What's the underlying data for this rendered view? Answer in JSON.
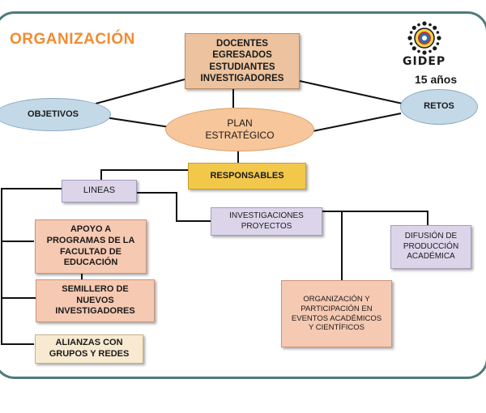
{
  "title": "ORGANIZACIÓN",
  "logo": {
    "icon": "gear-globe-icon",
    "text": "GIDEP",
    "subtitle": "15 años"
  },
  "nodes": {
    "members": "DOCENTES EGRESADOS ESTUDIANTES INVESTIGADORES",
    "objetivos": "OBJETIVOS",
    "retos": "RETOS",
    "plan": "PLAN ESTRATÉGICO",
    "responsables": "RESPONSABLES",
    "lineas": "LINEAS",
    "investigaciones": "INVESTIGACIONES PROYECTOS",
    "apoyo": "APOYO A PROGRAMAS DE LA FACULTAD DE EDUCACIÓN",
    "semillero": "SEMILLERO DE NUEVOS INVESTIGADORES",
    "alianzas": "ALIANZAS CON GRUPOS Y REDES",
    "organizacion": "ORGANIZACIÓN Y PARTICIPACIÓN EN EVENTOS ACADÉMICOS Y CIENTÍFICOS",
    "difusion": "DIFUSIÓN DE PRODUCCIÓN ACADÉMICA"
  },
  "colors": {
    "title": "#f08c32",
    "frame": "#4d7b7a",
    "members_fill": "#ecc39e",
    "ellipse_blue": "#c4d9e8",
    "plan_fill": "#f7c69a",
    "responsables_fill": "#f2c84b",
    "lavender_fill": "#dcd5ea",
    "peach_fill": "#f6c9b2",
    "cream_fill": "#f7ead0"
  }
}
